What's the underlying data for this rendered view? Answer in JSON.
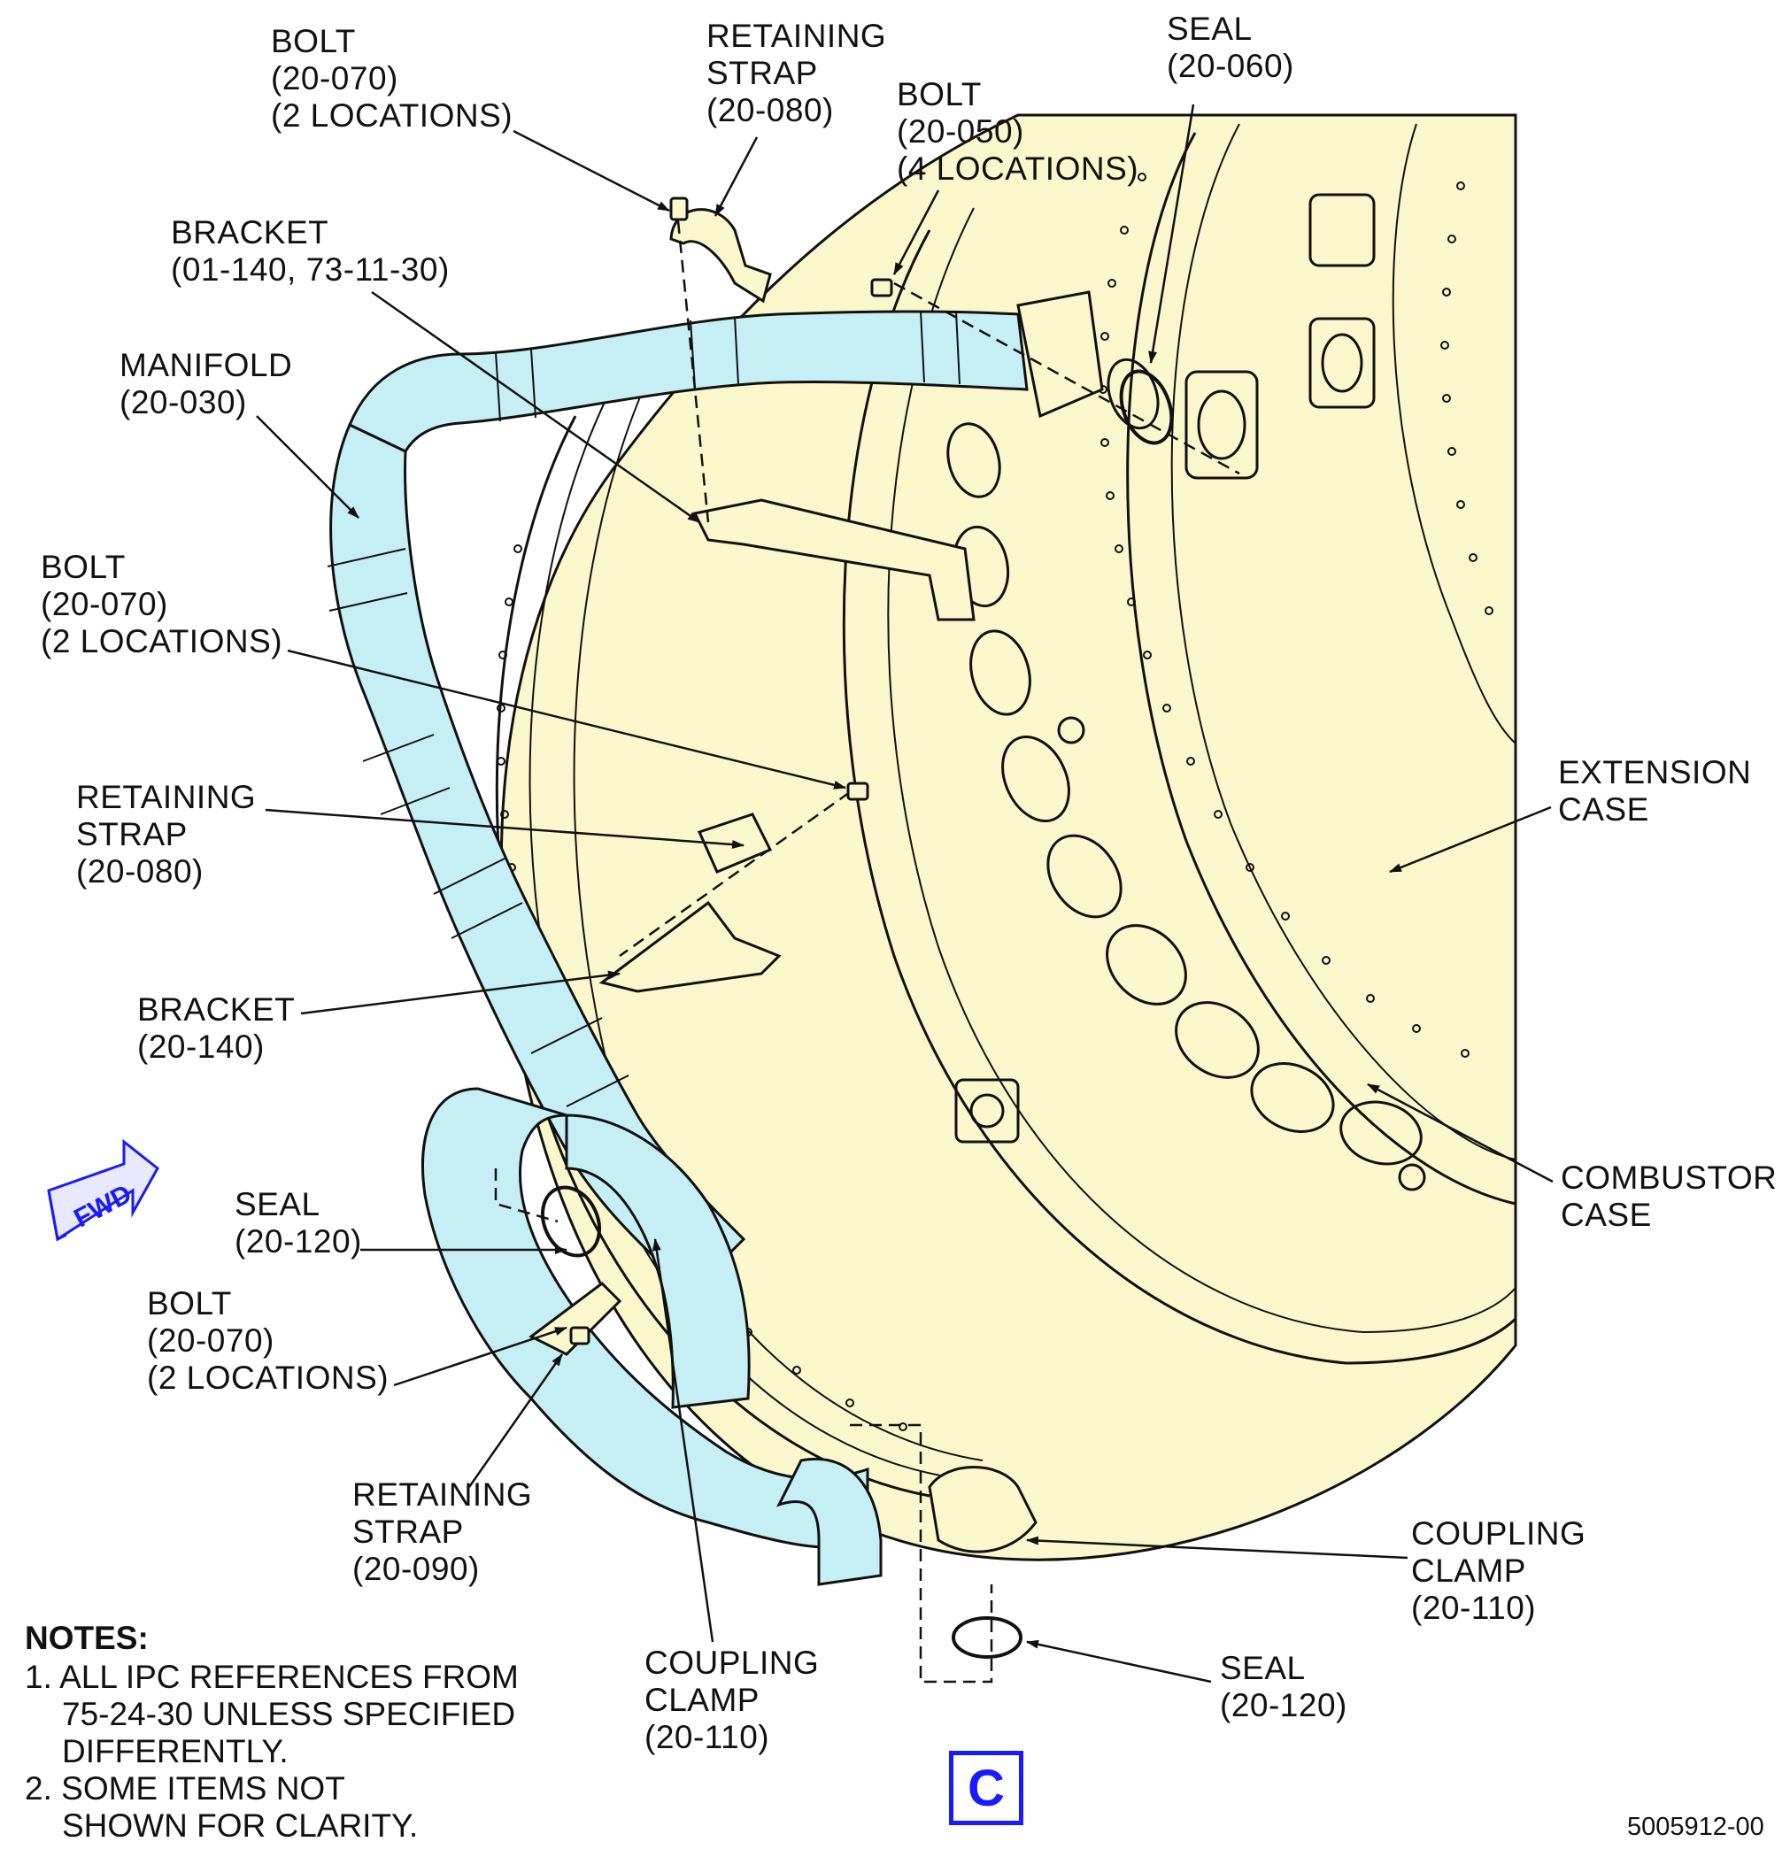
{
  "labels": {
    "bolt_top": [
      "BOLT",
      "(20-070)",
      "(2 LOCATIONS)"
    ],
    "strap_top": [
      "RETAINING",
      "STRAP",
      "(20-080)"
    ],
    "bolt_4loc": [
      "BOLT",
      "(20-050)",
      "(4 LOCATIONS)"
    ],
    "seal_top": [
      "SEAL",
      "(20-060)"
    ],
    "bracket_top": [
      "BRACKET",
      "(01-140, 73-11-30)"
    ],
    "manifold": [
      "MANIFOLD",
      "(20-030)"
    ],
    "bolt_mid": [
      "BOLT",
      "(20-070)",
      "(2 LOCATIONS)"
    ],
    "strap_mid": [
      "RETAINING",
      "STRAP",
      "(20-080)"
    ],
    "extension_case": [
      "EXTENSION",
      "CASE"
    ],
    "bracket_mid": [
      "BRACKET",
      "(20-140)"
    ],
    "combustor_case": [
      "COMBUSTOR",
      "CASE"
    ],
    "seal_left": [
      "SEAL",
      "(20-120)"
    ],
    "bolt_low": [
      "BOLT",
      "(20-070)",
      "(2 LOCATIONS)"
    ],
    "strap_low": [
      "RETAINING",
      "STRAP",
      "(20-090)"
    ],
    "clamp_right": [
      "COUPLING",
      "CLAMP",
      "(20-110)"
    ],
    "clamp_bottom": [
      "COUPLING",
      "CLAMP",
      "(20-110)"
    ],
    "seal_bottom": [
      "SEAL",
      "(20-120)"
    ]
  },
  "notes": {
    "title": "NOTES:",
    "lines": [
      "1. ALL IPC REFERENCES FROM",
      "75-24-30 UNLESS SPECIFIED",
      "DIFFERENTLY.",
      "2. SOME ITEMS NOT",
      "SHOWN FOR CLARITY."
    ]
  },
  "fwd": "FWD",
  "view_letter": "C",
  "figure_id": "5005912-00",
  "colors": {
    "case_fill": "#fbf7cc",
    "manifold_fill": "#c6eef5",
    "line": "#111111",
    "accent": "#1a1aff"
  }
}
